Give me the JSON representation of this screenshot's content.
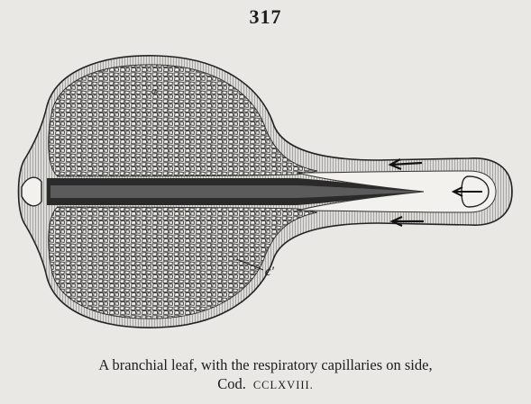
{
  "page_number": "317",
  "figure": {
    "labels": {
      "capillary_label": "c'",
      "lamina_label": "a"
    }
  },
  "caption": {
    "line1": "A branchial leaf, with the respiratory capillaries on side,",
    "line2_name": "Cod.",
    "line2_plate": "CCLXVIII."
  }
}
